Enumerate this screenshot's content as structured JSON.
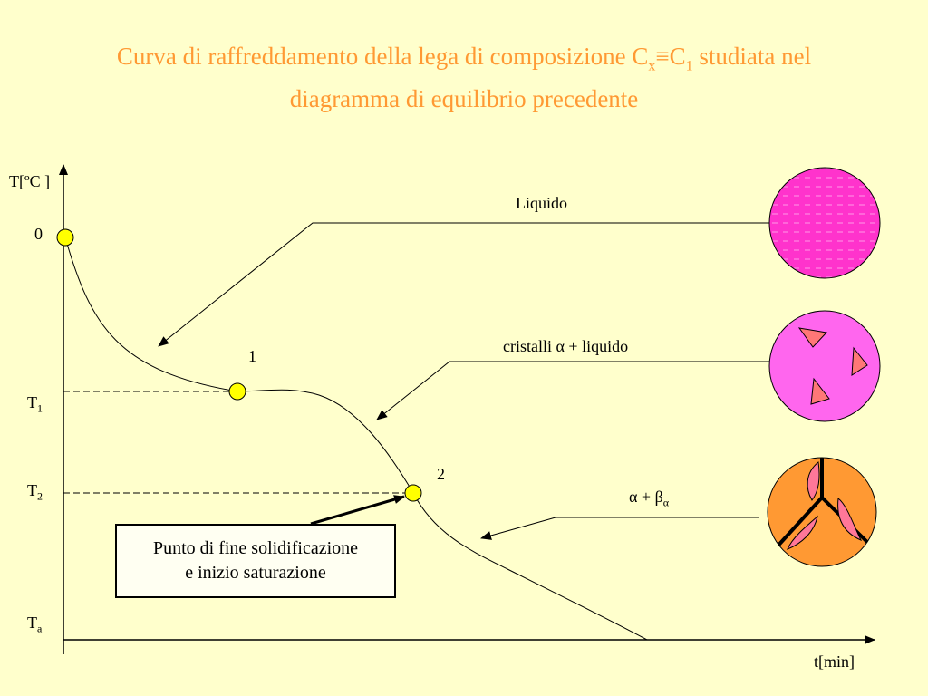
{
  "title": {
    "line1_prefix": "Curva di raffreddamento della lega di composizione C",
    "line1_sub1": "x",
    "line1_eq": "≡C",
    "line1_sub2": "1",
    "line1_suffix": " studiata nel",
    "line2": "diagramma di equilibrio precedente"
  },
  "axes": {
    "y_label": "T[ºC ]",
    "x_label": "t[min]",
    "tick_0": "0",
    "tick_t1_main": "T",
    "tick_t1_sub": "1",
    "tick_t2_main": "T",
    "tick_t2_sub": "2",
    "tick_ta_main": "T",
    "tick_ta_sub": "a"
  },
  "points": {
    "p1": "1",
    "p2": "2"
  },
  "phases": {
    "liquido": "Liquido",
    "cristalli": "cristalli α + liquido",
    "alpha_beta_main": "α + β",
    "alpha_beta_sub": "α"
  },
  "note": {
    "line1": "Punto di fine solidificazione",
    "line2": "e inizio saturazione"
  },
  "colors": {
    "title": "#ff9933",
    "background": "#ffffcc",
    "liquid_phase": "#ff33cc",
    "crystal_phase": "#ff66ee",
    "crystal": "#ff7777",
    "eutectic_phase": "#ff9933",
    "eutectic_crystal": "#ff7799",
    "point_marker": "#ffff00"
  }
}
